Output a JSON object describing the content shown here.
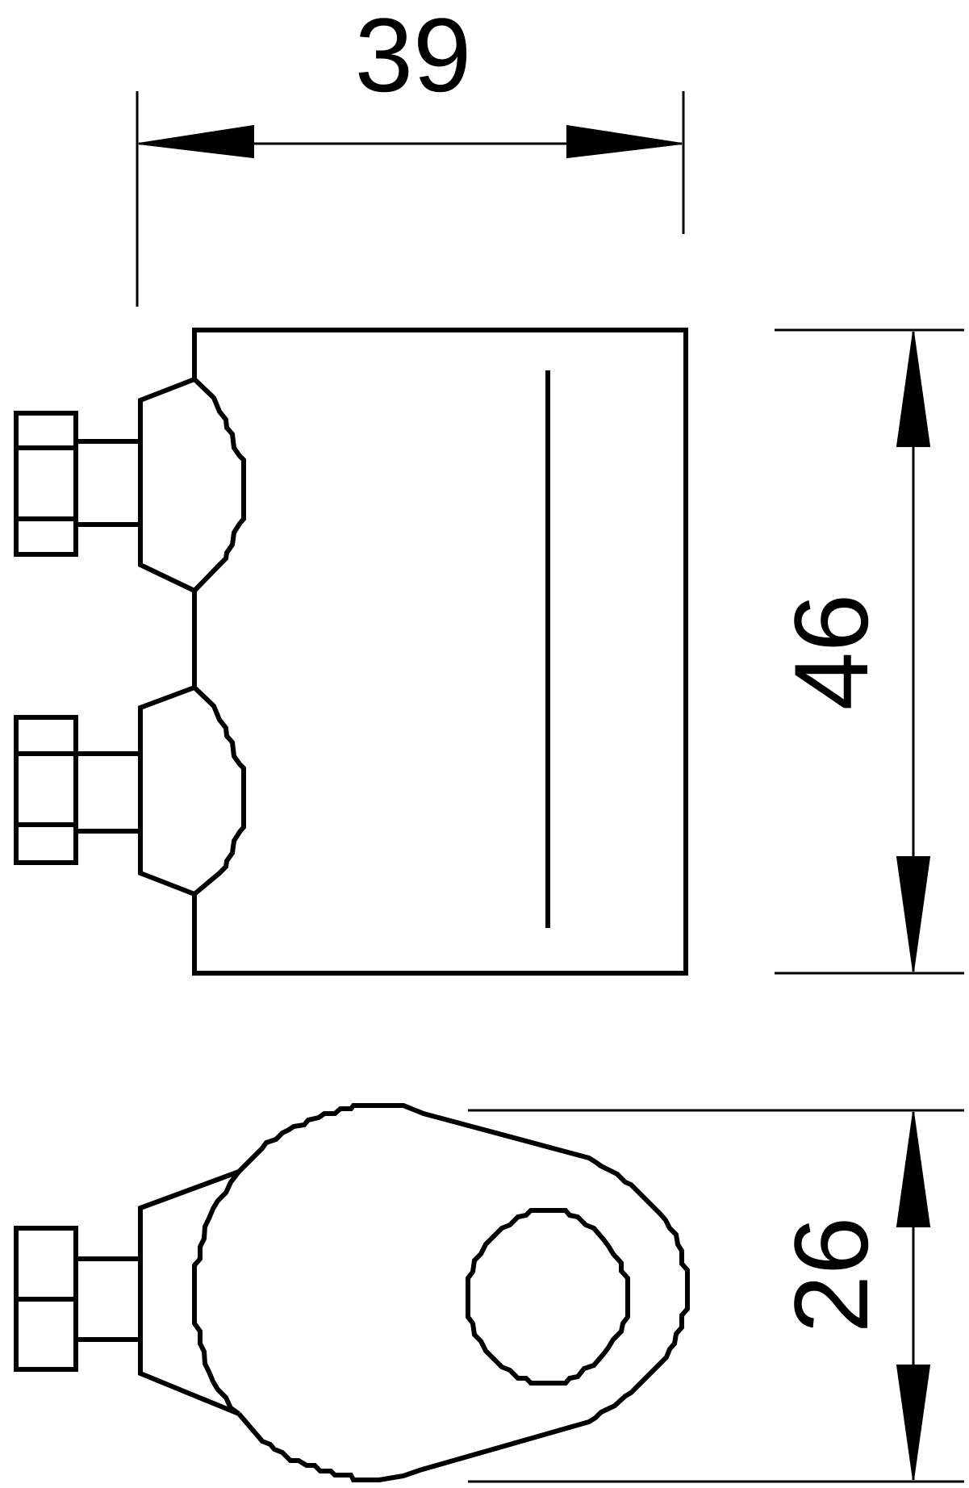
{
  "dimensions": {
    "width": "39",
    "height": "46",
    "depth": "26"
  }
}
